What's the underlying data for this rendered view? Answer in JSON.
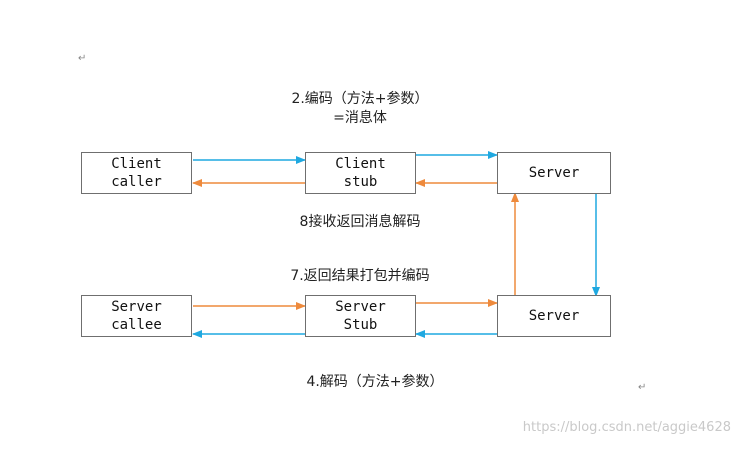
{
  "boxes": {
    "client_caller": {
      "line1": "Client",
      "line2": "caller"
    },
    "client_stub": {
      "line1": "Client",
      "line2": "stub"
    },
    "server_top": {
      "line1": "Server"
    },
    "server_callee": {
      "line1": "Server",
      "line2": "callee"
    },
    "server_stub": {
      "line1": "Server",
      "line2": "Stub"
    },
    "server_bottom": {
      "line1": "Server"
    }
  },
  "labels": {
    "encode_line1": "2.编码（方法+参数）",
    "encode_line2": "=消息体",
    "receive_decode": "8接收返回消息解码",
    "return_pack": "7.返回结果打包并编码",
    "decode": "4.解码（方法+参数）"
  },
  "marks": {
    "return_mark": "↵"
  },
  "watermark": "https://blog.csdn.net/aggie4628",
  "colors": {
    "blue_arrow": "#1fa8e0",
    "orange_arrow": "#ee8a3c",
    "box_border": "#6f6f6f"
  }
}
